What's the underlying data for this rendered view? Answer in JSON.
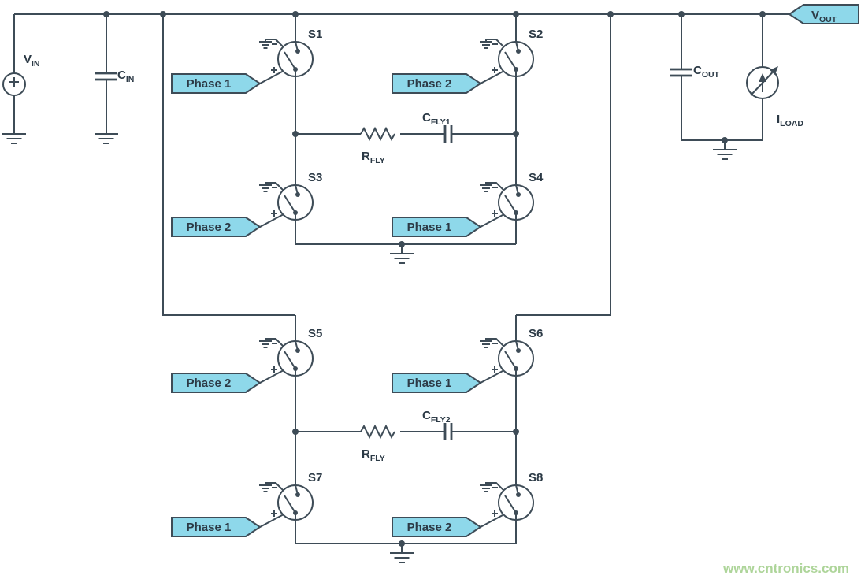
{
  "labels": {
    "vin": {
      "main": "V",
      "sub": "IN"
    },
    "cin": {
      "main": "C",
      "sub": "IN"
    },
    "rfly": {
      "main": "R",
      "sub": "FLY"
    },
    "cfly1": {
      "main": "C",
      "sub": "FLY1"
    },
    "cfly2": {
      "main": "C",
      "sub": "FLY2"
    },
    "cout": {
      "main": "C",
      "sub": "OUT"
    },
    "vout": {
      "main": "V",
      "sub": "OUT"
    },
    "iload": {
      "main": "I",
      "sub": "LOAD"
    }
  },
  "switches": [
    {
      "name": "S1",
      "phase": "Phase 1"
    },
    {
      "name": "S2",
      "phase": "Phase 2"
    },
    {
      "name": "S3",
      "phase": "Phase 2"
    },
    {
      "name": "S4",
      "phase": "Phase 1"
    },
    {
      "name": "S5",
      "phase": "Phase 2"
    },
    {
      "name": "S6",
      "phase": "Phase 1"
    },
    {
      "name": "S7",
      "phase": "Phase 1"
    },
    {
      "name": "S8",
      "phase": "Phase 2"
    }
  ],
  "polarity": {
    "plus": "+",
    "minus": "−"
  },
  "watermark": "www.cntronics.com",
  "colors": {
    "line": "#3e4c57",
    "text": "#2c3a46",
    "accent_fill": "#8ed8ea",
    "watermark": "#aed59a",
    "background": "#ffffff"
  }
}
